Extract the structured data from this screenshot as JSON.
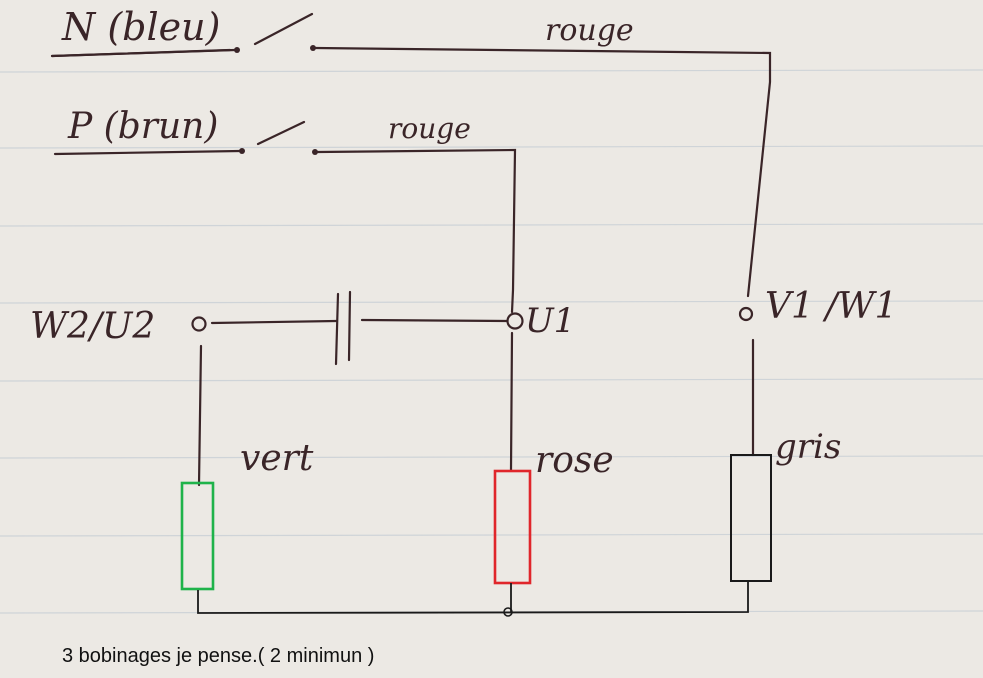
{
  "labels": {
    "n": "N (bleu)",
    "p": "P (brun)",
    "rouge_top": "rouge",
    "rouge_mid": "rouge",
    "w2u2": "W2/U2",
    "u1": "U1",
    "v1w1": "V1 /W1",
    "vert": "vert",
    "rose": "rose",
    "gris": "gris"
  },
  "caption": "3 bobinages je pense.( 2 minimun )",
  "colors": {
    "ink": "#3a2528",
    "green": "#1fb34a",
    "red": "#e0262b",
    "black": "#1a1a1a",
    "paper": "#ece9e4"
  },
  "icons": [
    "switch-icon",
    "capacitor-icon",
    "terminal-icon",
    "coil-icon",
    "junction-icon"
  ]
}
